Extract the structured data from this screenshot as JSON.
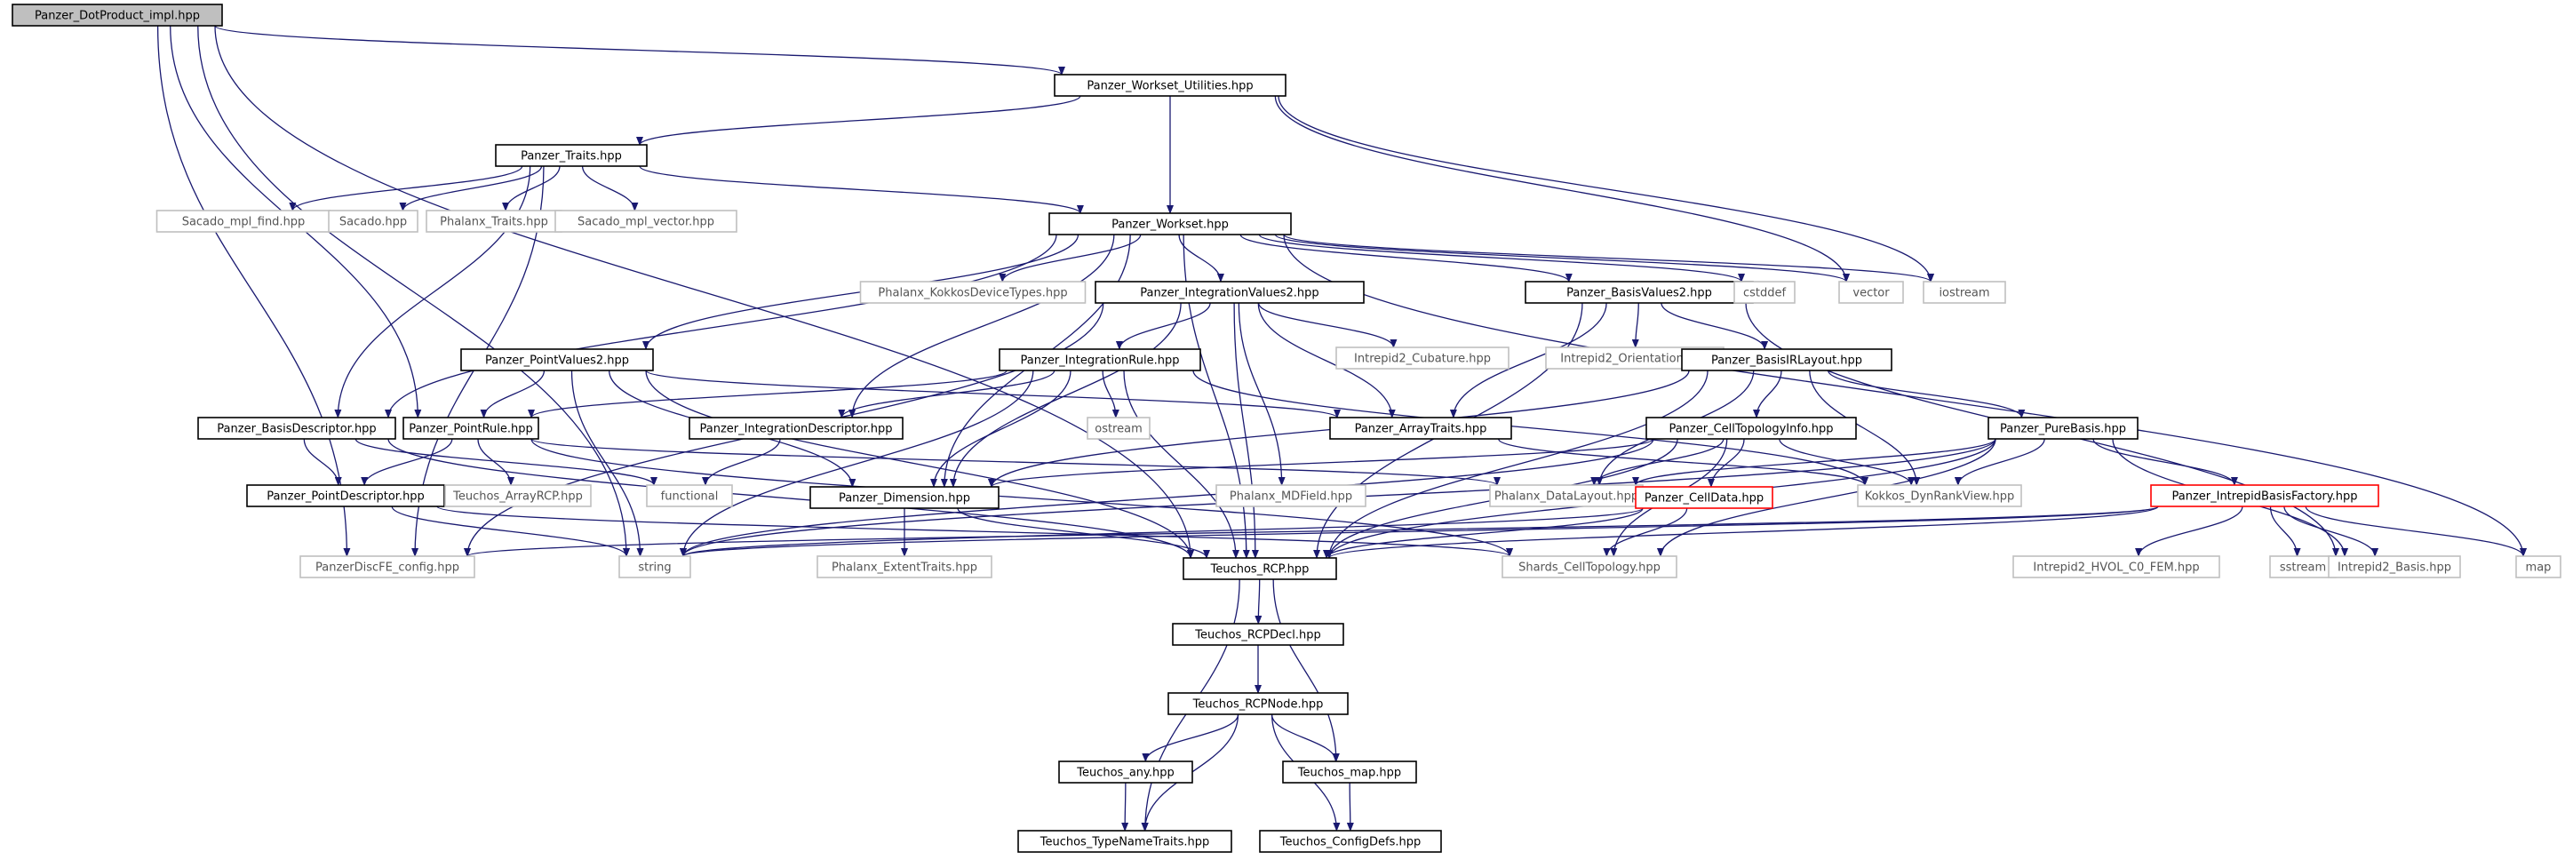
{
  "colors": {
    "edge": "#191970",
    "node_border": "#000000",
    "external_border": "#bfbfbf",
    "external_text": "#555555",
    "truncated_border": "#ff0000",
    "root_fill": "#bfbfbf",
    "node_fill": "#ffffff"
  },
  "nodes": {
    "n0": {
      "label": "Panzer_DotProduct_impl.hpp",
      "kind": "root"
    },
    "n1": {
      "label": "Panzer_Workset_Utilities.hpp",
      "kind": "normal"
    },
    "n2": {
      "label": "Panzer_Traits.hpp",
      "kind": "normal"
    },
    "n3": {
      "label": "Sacado_mpl_find.hpp",
      "kind": "external"
    },
    "n4": {
      "label": "Sacado.hpp",
      "kind": "external"
    },
    "n5": {
      "label": "Phalanx_Traits.hpp",
      "kind": "external"
    },
    "n6": {
      "label": "Sacado_mpl_vector.hpp",
      "kind": "external"
    },
    "n7": {
      "label": "Panzer_Workset.hpp",
      "kind": "normal"
    },
    "n8": {
      "label": "Phalanx_KokkosDeviceTypes.hpp",
      "kind": "external"
    },
    "n9": {
      "label": "Panzer_IntegrationValues2.hpp",
      "kind": "normal"
    },
    "n10": {
      "label": "Panzer_BasisValues2.hpp",
      "kind": "normal"
    },
    "n11": {
      "label": "cstddef",
      "kind": "external"
    },
    "n12": {
      "label": "vector",
      "kind": "external"
    },
    "n13": {
      "label": "iostream",
      "kind": "external"
    },
    "n14": {
      "label": "Intrepid2_Cubature.hpp",
      "kind": "external"
    },
    "n15": {
      "label": "Intrepid2_Orientation.hpp",
      "kind": "external"
    },
    "n16": {
      "label": "Panzer_PointValues2.hpp",
      "kind": "normal"
    },
    "n17": {
      "label": "Panzer_IntegrationRule.hpp",
      "kind": "normal"
    },
    "n18": {
      "label": "Panzer_BasisIRLayout.hpp",
      "kind": "normal"
    },
    "n19": {
      "label": "Panzer_BasisDescriptor.hpp",
      "kind": "normal"
    },
    "n20": {
      "label": "Panzer_PointRule.hpp",
      "kind": "normal"
    },
    "n21": {
      "label": "Panzer_IntegrationDescriptor.hpp",
      "kind": "normal"
    },
    "n22": {
      "label": "ostream",
      "kind": "external"
    },
    "n23": {
      "label": "Panzer_ArrayTraits.hpp",
      "kind": "normal"
    },
    "n24": {
      "label": "Panzer_CellTopologyInfo.hpp",
      "kind": "normal"
    },
    "n25": {
      "label": "Panzer_PureBasis.hpp",
      "kind": "normal"
    },
    "n26": {
      "label": "Panzer_PointDescriptor.hpp",
      "kind": "normal"
    },
    "n27": {
      "label": "Teuchos_ArrayRCP.hpp",
      "kind": "external"
    },
    "n28": {
      "label": "functional",
      "kind": "external"
    },
    "n29": {
      "label": "Panzer_Dimension.hpp",
      "kind": "normal"
    },
    "n30": {
      "label": "Phalanx_MDField.hpp",
      "kind": "external"
    },
    "n31": {
      "label": "Phalanx_DataLayout.hpp",
      "kind": "external"
    },
    "n32": {
      "label": "Panzer_CellData.hpp",
      "kind": "truncated"
    },
    "n33": {
      "label": "Kokkos_DynRankView.hpp",
      "kind": "external"
    },
    "n34": {
      "label": "Panzer_IntrepidBasisFactory.hpp",
      "kind": "truncated"
    },
    "n35": {
      "label": "PanzerDiscFE_config.hpp",
      "kind": "external"
    },
    "n36": {
      "label": "string",
      "kind": "external"
    },
    "n37": {
      "label": "Teuchos_RCP.hpp",
      "kind": "normal"
    },
    "n38": {
      "label": "Phalanx_ExtentTraits.hpp",
      "kind": "external"
    },
    "n39": {
      "label": "Shards_CellTopology.hpp",
      "kind": "external"
    },
    "n40": {
      "label": "Intrepid2_HVOL_C0_FEM.hpp",
      "kind": "external"
    },
    "n41": {
      "label": "sstream",
      "kind": "external"
    },
    "n42": {
      "label": "Intrepid2_Basis.hpp",
      "kind": "external"
    },
    "n43": {
      "label": "map",
      "kind": "external"
    },
    "n44": {
      "label": "Teuchos_RCPDecl.hpp",
      "kind": "normal"
    },
    "n45": {
      "label": "Teuchos_RCPNode.hpp",
      "kind": "normal"
    },
    "n46": {
      "label": "Teuchos_any.hpp",
      "kind": "normal"
    },
    "n47": {
      "label": "Teuchos_map.hpp",
      "kind": "normal"
    },
    "n48": {
      "label": "Teuchos_TypeNameTraits.hpp",
      "kind": "normal"
    },
    "n49": {
      "label": "Teuchos_ConfigDefs.hpp",
      "kind": "normal"
    }
  },
  "edges": [
    [
      "n0",
      "n1"
    ],
    [
      "n0",
      "n20"
    ],
    [
      "n0",
      "n35"
    ],
    [
      "n0",
      "n36"
    ],
    [
      "n0",
      "n37"
    ],
    [
      "n1",
      "n2"
    ],
    [
      "n1",
      "n7"
    ],
    [
      "n1",
      "n12"
    ],
    [
      "n1",
      "n13"
    ],
    [
      "n2",
      "n3"
    ],
    [
      "n2",
      "n4"
    ],
    [
      "n2",
      "n5"
    ],
    [
      "n2",
      "n6"
    ],
    [
      "n2",
      "n7"
    ],
    [
      "n2",
      "n35"
    ],
    [
      "n2",
      "n19"
    ],
    [
      "n7",
      "n8"
    ],
    [
      "n7",
      "n9"
    ],
    [
      "n7",
      "n10"
    ],
    [
      "n7",
      "n11"
    ],
    [
      "n7",
      "n12"
    ],
    [
      "n7",
      "n13"
    ],
    [
      "n7",
      "n16"
    ],
    [
      "n7",
      "n21"
    ],
    [
      "n7",
      "n29"
    ],
    [
      "n7",
      "n43"
    ],
    [
      "n7",
      "n19"
    ],
    [
      "n7",
      "n37"
    ],
    [
      "n9",
      "n14"
    ],
    [
      "n9",
      "n17"
    ],
    [
      "n9",
      "n23"
    ],
    [
      "n9",
      "n30"
    ],
    [
      "n9",
      "n29"
    ],
    [
      "n9",
      "n35"
    ],
    [
      "n9",
      "n37"
    ],
    [
      "n10",
      "n15"
    ],
    [
      "n10",
      "n18"
    ],
    [
      "n10",
      "n23"
    ],
    [
      "n10",
      "n42"
    ],
    [
      "n10",
      "n37"
    ],
    [
      "n16",
      "n20"
    ],
    [
      "n16",
      "n23"
    ],
    [
      "n16",
      "n29"
    ],
    [
      "n16",
      "n36"
    ],
    [
      "n16",
      "n37"
    ],
    [
      "n17",
      "n20"
    ],
    [
      "n17",
      "n21"
    ],
    [
      "n17",
      "n22"
    ],
    [
      "n17",
      "n36"
    ],
    [
      "n17",
      "n37"
    ],
    [
      "n17",
      "n33"
    ],
    [
      "n17",
      "n29"
    ],
    [
      "n18",
      "n24"
    ],
    [
      "n18",
      "n25"
    ],
    [
      "n18",
      "n31"
    ],
    [
      "n18",
      "n33"
    ],
    [
      "n18",
      "n37"
    ],
    [
      "n18",
      "n29"
    ],
    [
      "n19",
      "n26"
    ],
    [
      "n19",
      "n28"
    ],
    [
      "n19",
      "n37"
    ],
    [
      "n20",
      "n26"
    ],
    [
      "n20",
      "n27"
    ],
    [
      "n20",
      "n31"
    ],
    [
      "n20",
      "n39"
    ],
    [
      "n21",
      "n28"
    ],
    [
      "n23",
      "n33"
    ],
    [
      "n24",
      "n29"
    ],
    [
      "n24",
      "n31"
    ],
    [
      "n24",
      "n32"
    ],
    [
      "n24",
      "n33"
    ],
    [
      "n24",
      "n36"
    ],
    [
      "n24",
      "n37"
    ],
    [
      "n24",
      "n39"
    ],
    [
      "n25",
      "n31"
    ],
    [
      "n25",
      "n33"
    ],
    [
      "n25",
      "n34"
    ],
    [
      "n25",
      "n36"
    ],
    [
      "n25",
      "n37"
    ],
    [
      "n25",
      "n39"
    ],
    [
      "n25",
      "n42"
    ],
    [
      "n26",
      "n36"
    ],
    [
      "n26",
      "n39"
    ],
    [
      "n29",
      "n38"
    ],
    [
      "n29",
      "n37"
    ],
    [
      "n32",
      "n36"
    ],
    [
      "n32",
      "n37"
    ],
    [
      "n32",
      "n39"
    ],
    [
      "n34",
      "n36"
    ],
    [
      "n34",
      "n37"
    ],
    [
      "n34",
      "n40"
    ],
    [
      "n34",
      "n41"
    ],
    [
      "n34",
      "n42"
    ],
    [
      "n34",
      "n43"
    ],
    [
      "n34",
      "n35"
    ],
    [
      "n37",
      "n44"
    ],
    [
      "n37",
      "n47"
    ],
    [
      "n37",
      "n48"
    ],
    [
      "n44",
      "n45"
    ],
    [
      "n45",
      "n46"
    ],
    [
      "n45",
      "n47"
    ],
    [
      "n45",
      "n48"
    ],
    [
      "n45",
      "n49"
    ],
    [
      "n46",
      "n48"
    ],
    [
      "n47",
      "n49"
    ]
  ]
}
